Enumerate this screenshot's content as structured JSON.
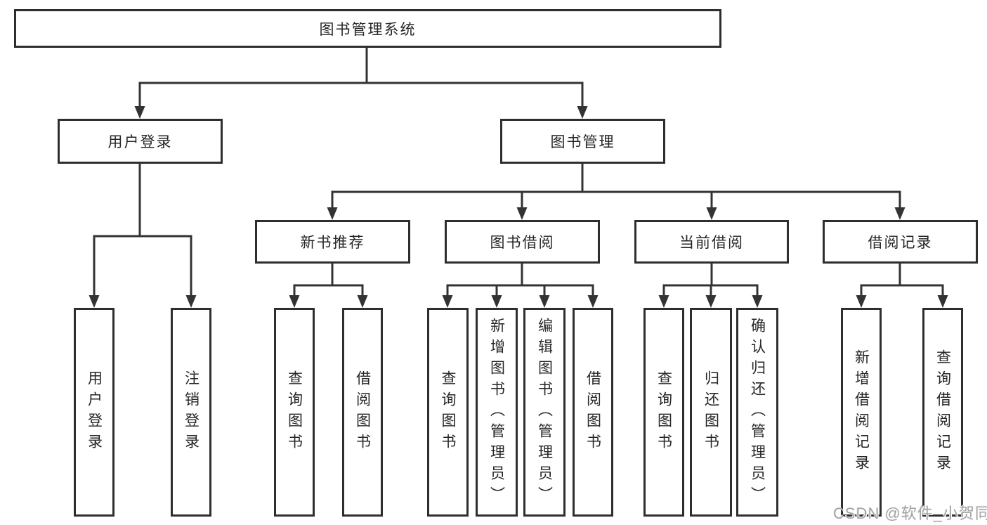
{
  "tree": {
    "root": {
      "label": "图书管理系统",
      "children": [
        {
          "label": "用户登录",
          "children": [
            {
              "label": "用户登录"
            },
            {
              "label": "注销登录"
            }
          ]
        },
        {
          "label": "图书管理",
          "children": [
            {
              "label": "新书推荐",
              "children": [
                {
                  "label": "查询图书"
                },
                {
                  "label": "借阅图书"
                }
              ]
            },
            {
              "label": "图书借阅",
              "children": [
                {
                  "label": "查询图书"
                },
                {
                  "label": "新增图书（管理员）"
                },
                {
                  "label": "编辑图书（管理员）"
                },
                {
                  "label": "借阅图书"
                }
              ]
            },
            {
              "label": "当前借阅",
              "children": [
                {
                  "label": "查询图书"
                },
                {
                  "label": "归还图书"
                },
                {
                  "label": "确认归还（管理员）"
                }
              ]
            },
            {
              "label": "借阅记录",
              "children": [
                {
                  "label": "新增借阅记录"
                },
                {
                  "label": "查询借阅记录"
                }
              ]
            }
          ]
        }
      ]
    }
  },
  "watermark": "CSDN @软件_小贺同学",
  "colors": {
    "line": "#333333",
    "box_border": "#2e2e2e",
    "text": "#262626",
    "background": "#ffffff",
    "watermark": "#a3a3a3"
  }
}
